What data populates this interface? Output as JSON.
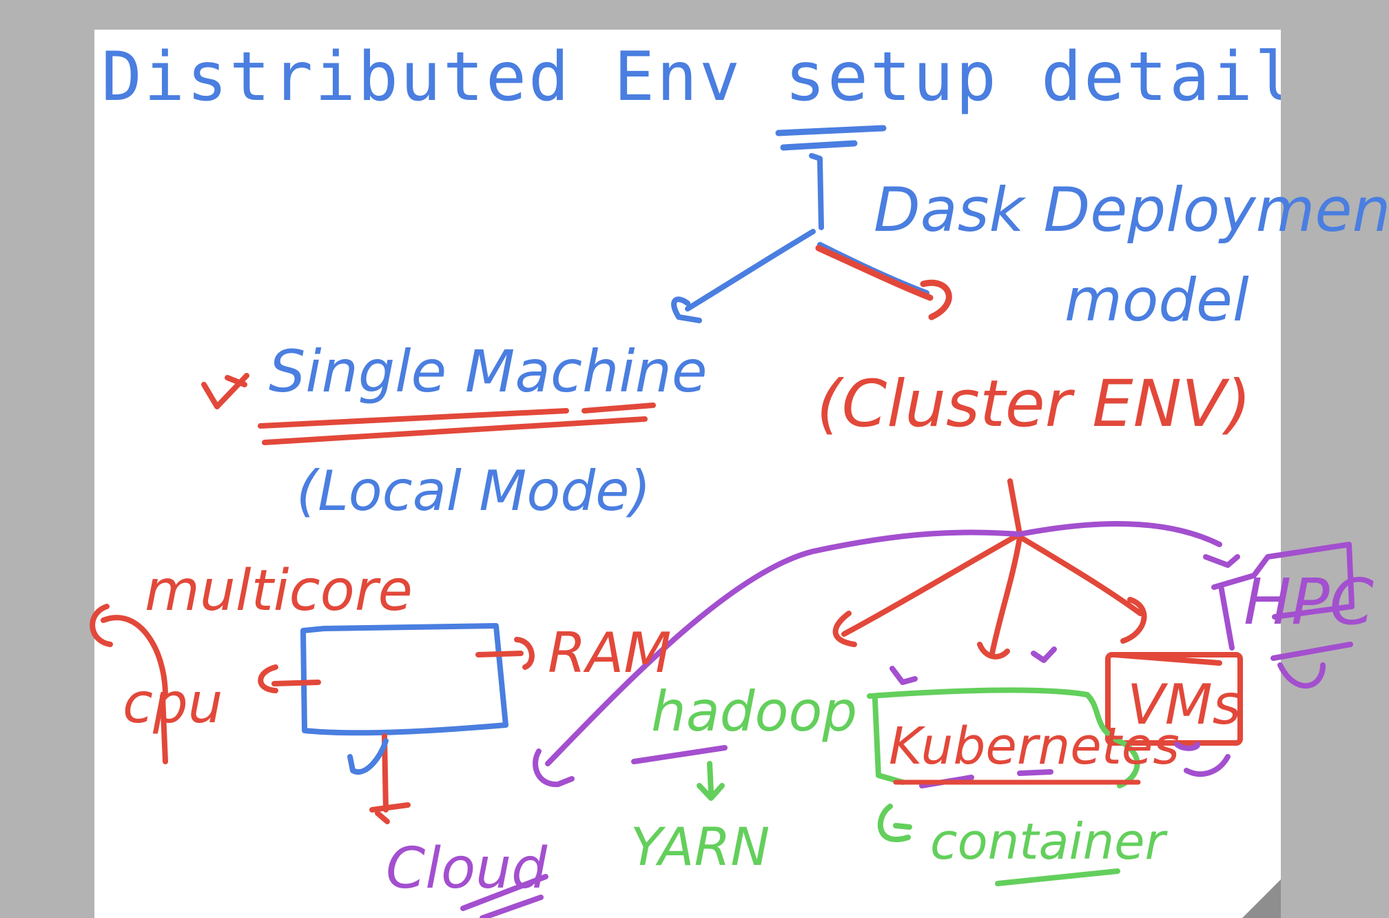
{
  "title": "Distributed Env setup details",
  "colors": {
    "blue": "#4a7ee0",
    "red": "#e2483a",
    "purple": "#a34fcf",
    "green": "#63cf5c",
    "canvas": "#b3b3b3",
    "page": "#ffffff"
  },
  "labels": {
    "dask_model_1": "Dask Deployment",
    "dask_model_2": "model",
    "single_machine": "Single Machine",
    "local_mode": "(Local Mode)",
    "cluster_env": "(Cluster ENV)",
    "multicore": "multicore",
    "cpu": "cpu",
    "ram": "RAM",
    "cloud": "Cloud",
    "hadoop": "hadoop",
    "yarn": "YARN",
    "kubernetes": "Kubernetes",
    "container": "container",
    "vms": "VMs",
    "hpc": "HPC"
  }
}
